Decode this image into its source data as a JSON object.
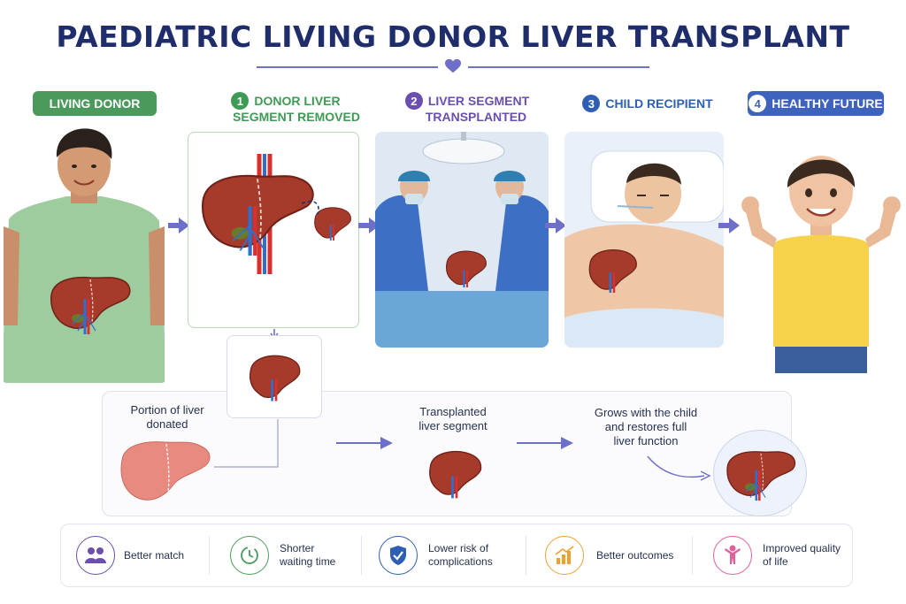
{
  "title": "PAEDIATRIC LIVING DONOR LIVER TRANSPLANT",
  "steps": {
    "donor": {
      "label": "LIVING DONOR",
      "color": "#4a9a5c"
    },
    "removed": {
      "number": "1",
      "label_line1": "DONOR LIVER",
      "label_line2": "SEGMENT REMOVED",
      "color": "#3f9a55"
    },
    "transplanted": {
      "number": "2",
      "label_line1": "LIVER SEGMENT",
      "label_line2": "TRANSPLANTED",
      "color": "#6a4fb0"
    },
    "recipient": {
      "number": "3",
      "label": "CHILD RECIPIENT",
      "color": "#2f5fb5"
    },
    "future": {
      "number": "4",
      "label": "HEALTHY FUTURE",
      "color": "#3d63bf"
    }
  },
  "process": {
    "portion": {
      "line1": "Portion of liver",
      "line2": "donated"
    },
    "transplanted": {
      "line1": "Transplanted",
      "line2": "liver segment"
    },
    "grows": {
      "line1": "Grows with the child",
      "line2": "and restores full",
      "line3": "liver function"
    }
  },
  "benefits": [
    {
      "icon": "people-icon",
      "line1": "Better match",
      "line2": "",
      "color": "#6a4fb0"
    },
    {
      "icon": "clock-icon",
      "line1": "Shorter",
      "line2": "waiting time",
      "color": "#4a9a5c"
    },
    {
      "icon": "shield-check-icon",
      "line1": "Lower risk of",
      "line2": "complications",
      "color": "#2f5fb5"
    },
    {
      "icon": "bar-chart-icon",
      "line1": "Better outcomes",
      "line2": "",
      "color": "#f0a030"
    },
    {
      "icon": "person-icon",
      "line1": "Improved quality",
      "line2": "of life",
      "color": "#e0609a"
    }
  ],
  "colors": {
    "navy": "#1f2d6b",
    "arrow": "#6d6fc8",
    "liver": "#a53a2a",
    "artery": "#d8302c",
    "vein": "#2f6fd0"
  }
}
